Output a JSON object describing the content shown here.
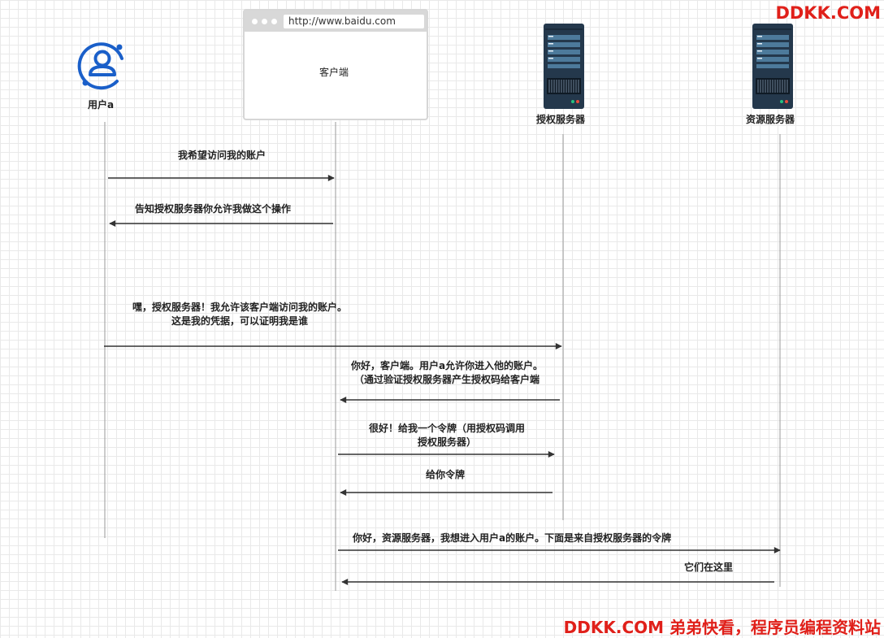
{
  "watermark": {
    "top": "DDKK.COM",
    "bottom": "DDKK.COM 弟弟快看，程序员编程资料站"
  },
  "actors": {
    "user": {
      "label": "用户a",
      "icon": "user-icon"
    },
    "client": {
      "label": "客户端",
      "url": "http://www.baidu.com",
      "icon": "browser-window-icon"
    },
    "auth_server": {
      "label": "授权服务器",
      "icon": "server-icon"
    },
    "resource_server": {
      "label": "资源服务器",
      "icon": "server-icon"
    }
  },
  "messages": [
    {
      "from": "user",
      "to": "client",
      "lines": [
        "我希望访问我的账户"
      ]
    },
    {
      "from": "client",
      "to": "user",
      "lines": [
        "告知授权服务器你允许我做这个操作"
      ]
    },
    {
      "from": "user",
      "to": "auth_server",
      "lines": [
        "嘿，授权服务器！我允许该客户端访问我的账户。",
        "这是我的凭据，可以证明我是谁"
      ]
    },
    {
      "from": "auth_server",
      "to": "client",
      "lines": [
        "你好，客户端。用户a允许你进入他的账户。",
        "（通过验证授权服务器产生授权码给客户端"
      ]
    },
    {
      "from": "client",
      "to": "auth_server",
      "lines": [
        "很好！给我一个令牌（用授权码调用",
        "授权服务器）"
      ]
    },
    {
      "from": "auth_server",
      "to": "client",
      "lines": [
        "给你令牌"
      ]
    },
    {
      "from": "client",
      "to": "resource_server",
      "lines": [
        "你好，资源服务器，我想进入用户a的账户。下面是来自授权服务器的令牌"
      ]
    },
    {
      "from": "resource_server",
      "to": "client",
      "lines": [
        "它们在这里"
      ]
    }
  ],
  "colors": {
    "user_icon": "#1a5fc9",
    "server_body": "#24384c",
    "arrow": "#333333",
    "lifeline": "#9a9a9a",
    "watermark": "#e0201a"
  }
}
